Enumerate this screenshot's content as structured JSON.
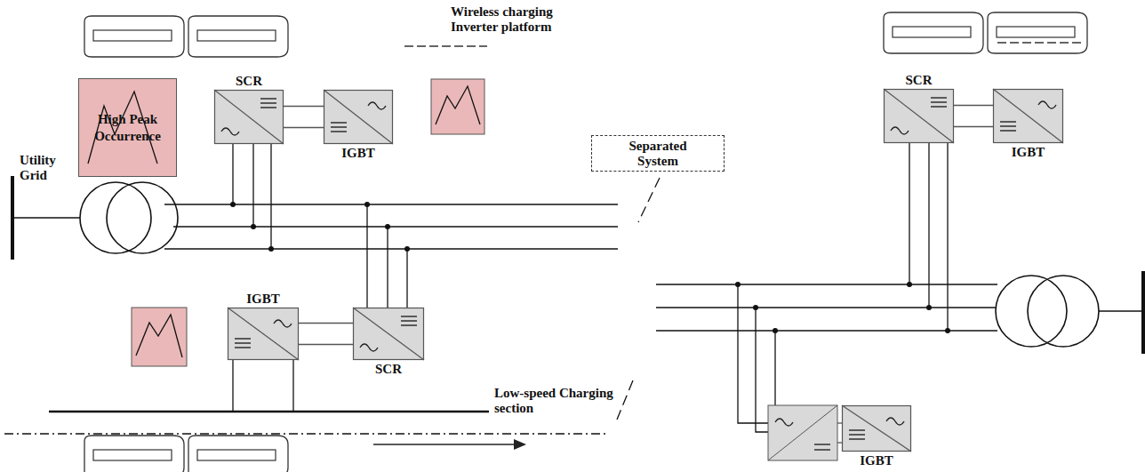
{
  "diagram": {
    "nodes": [
      {
        "text": [
          "High Peak Occurrence"
        ]
      },
      {
        "text": [
          "SCR"
        ]
      },
      {
        "text": [
          "IGBT"
        ]
      },
      {
        "text": [
          "Separated System"
        ]
      },
      {
        "text": [
          "SCR"
        ]
      },
      {
        "text": [
          "IGBT"
        ]
      },
      {
        "text": [
          "IGBT"
        ]
      },
      {
        "text": [
          "SCR"
        ]
      },
      {
        "text": [
          "IGBT"
        ]
      }
    ],
    "edges": [
      {
        "from": 1,
        "to": 2,
        "arrow": "none"
      },
      {
        "from": 4,
        "to": 5,
        "arrow": "none"
      },
      {
        "from": 6,
        "to": 7,
        "arrow": "none"
      }
    ],
    "labels": [
      "Utility Grid",
      "Wireless charging Inverter platform",
      "Low-speed Charging section"
    ]
  }
}
